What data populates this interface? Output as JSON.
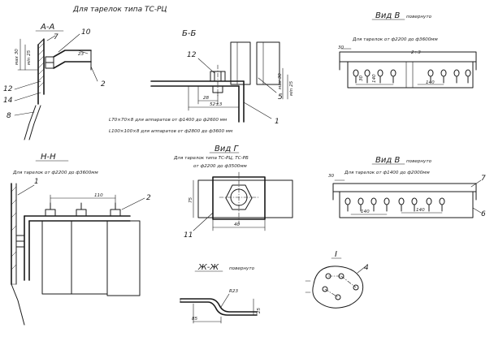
{
  "header": {
    "plate_type": "Для тарелок типа ТС-РЦ"
  },
  "views": {
    "aa": {
      "title": "А-А",
      "items": [
        "7",
        "10",
        "23",
        "2",
        "12",
        "14",
        "8"
      ],
      "dims": [
        "мах 30",
        "мin 25"
      ]
    },
    "bb": {
      "title": "Б-Б",
      "items": [
        "12",
        "5",
        "1"
      ],
      "dims": [
        "28",
        "52±3",
        "мах 30",
        "мin 25"
      ],
      "notes": [
        "L70×70×8 для аппаратов от ф1400 до ф2600 мм",
        "L100×100×8 для аппаратов от ф2800 до ф3600 мм"
      ]
    },
    "vid_b_top": {
      "title": "Вид В",
      "subtitle": "повернуто",
      "scope": "Для тарелок от ф2200 до ф3600мм",
      "dims": [
        "30",
        "2÷3",
        "140",
        "140",
        "30"
      ]
    },
    "nn": {
      "title": "Н-Н",
      "scope": "Для тарелок от ф2200 до ф3600мм",
      "items": [
        "1",
        "2"
      ],
      "dims": [
        "110"
      ]
    },
    "vid_g": {
      "title": "Вид Г",
      "scope_line1": "Для тарелок типа ТС-РЦ, ТС-РБ",
      "scope_line2": "от ф2200 до ф3500мм",
      "items": [
        "11"
      ],
      "dims": [
        "75",
        "40"
      ]
    },
    "vid_b_bottom": {
      "title": "Вид В",
      "subtitle": "повернуто",
      "scope": "Для тарелок от ф1400 до ф2000мм",
      "items": [
        "7",
        "6"
      ],
      "dims": [
        "30",
        "140",
        "140"
      ]
    },
    "zhzh": {
      "title": "Ж-Ж",
      "subtitle": "повернуто",
      "dims": [
        "R23",
        "85",
        "25"
      ]
    },
    "detail_i": {
      "title": "I",
      "items": [
        "4"
      ]
    }
  }
}
